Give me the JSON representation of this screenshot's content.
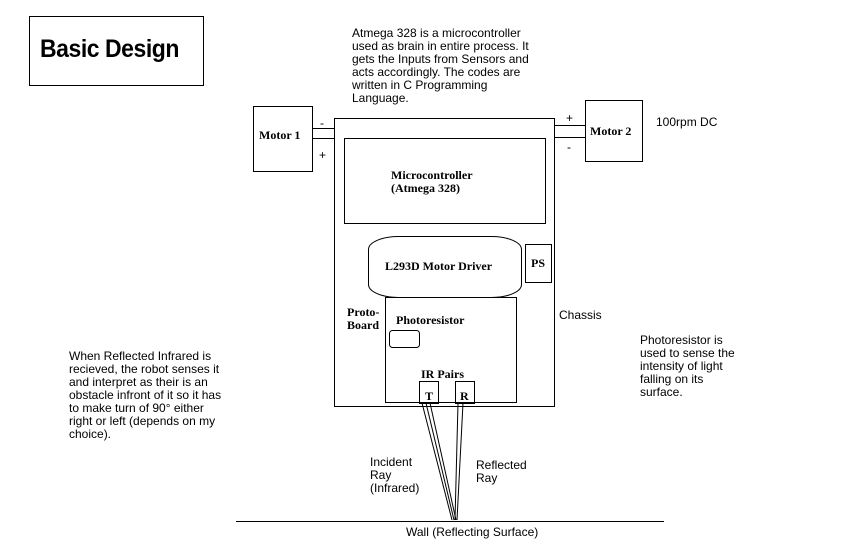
{
  "title": "Basic Design",
  "microcontroller_note": "Atmega 328 is a microcontroller\nused as brain in entire process. It\ngets the Inputs from Sensors and\nacts accordingly. The codes are\nwritten in C Programming\nLanguage.",
  "motor1": {
    "label": "Motor 1",
    "minus": "-",
    "plus": "+"
  },
  "motor2": {
    "label": "Motor 2",
    "minus": "-",
    "plus": "+",
    "spec": "100rpm DC"
  },
  "microcontroller": {
    "label": "Microcontroller\n(Atmega 328)"
  },
  "motor_driver": {
    "label": "L293D Motor Driver"
  },
  "power_supply": {
    "label": "PS"
  },
  "chassis_label": "Chassis",
  "proto_board_label": "Proto-\nBoard",
  "photoresistor_label": "Photoresistor",
  "ir_pairs": {
    "label": "IR Pairs",
    "tx": "T",
    "rx": "R"
  },
  "photoresistor_note": "Photoresistor is\nused to sense the\nintensity of light\nfalling on its\nsurface.",
  "reflection_note": "When Reflected Infrared is\nrecieved, the robot senses it\nand interpret as their is an\nobstacle infront of it so it has\nto make turn of 90° either\nright or left (depends on my\nchoice).",
  "incident_ray_label": "Incident\nRay\n(Infrared)",
  "reflected_ray_label": "Reflected\nRay",
  "wall_label": "Wall (Reflecting Surface)",
  "colors": {
    "stroke": "#000000",
    "background": "#ffffff"
  }
}
